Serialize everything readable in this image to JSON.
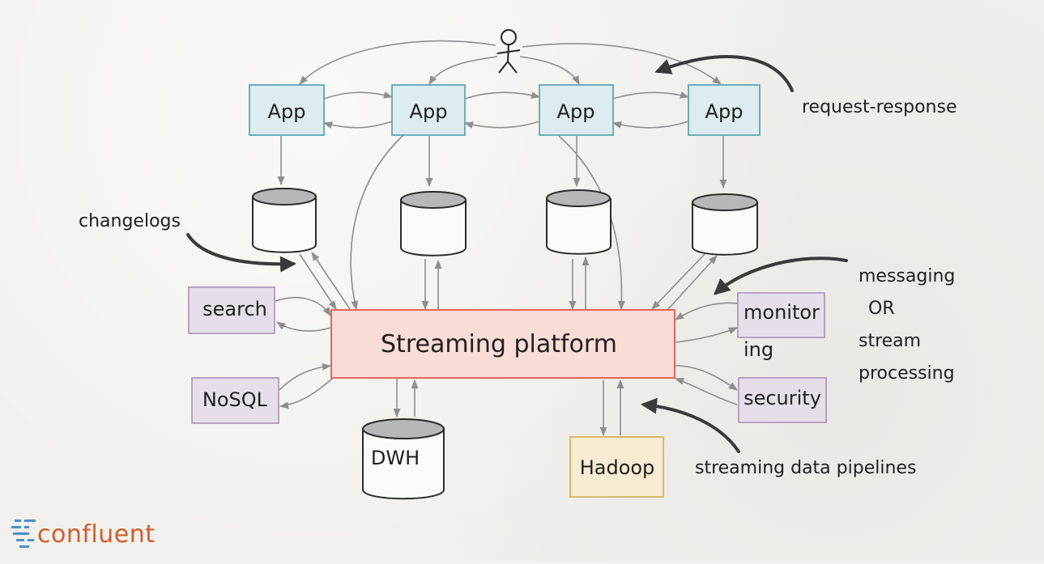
{
  "apps": [
    {
      "label": "App"
    },
    {
      "label": "App"
    },
    {
      "label": "App"
    },
    {
      "label": "App"
    }
  ],
  "platform": {
    "label": "Streaming platform"
  },
  "left_systems": [
    {
      "label": "search"
    },
    {
      "label": "NoSQL"
    }
  ],
  "right_systems": {
    "monitoring_line1": "monitor",
    "monitoring_line2": "ing",
    "security": "security"
  },
  "bottom_systems": {
    "dwh": "DWH",
    "hadoop": "Hadoop"
  },
  "annotations": {
    "request_response": "request-response",
    "changelogs": "changelogs",
    "messaging_line1": "messaging",
    "messaging_line2": "OR",
    "messaging_line3": "stream",
    "messaging_line4": "processing",
    "pipelines": "streaming data pipelines"
  },
  "logo": {
    "text": "confluent"
  },
  "colors": {
    "app_fill": "#dcecef",
    "app_stroke": "#5fa7b3",
    "platform_fill": "#f9dcd6",
    "platform_stroke": "#e0665a",
    "system_fill": "#e6dfe9",
    "system_stroke": "#b29bbd",
    "hadoop_fill": "#f7ecd2",
    "hadoop_stroke": "#d8b25c",
    "logo": "#cf5e2e"
  },
  "icons": {
    "user": "stick-figure-icon",
    "database": "database-cylinder-icon",
    "logo": "confluent-logo-icon"
  }
}
